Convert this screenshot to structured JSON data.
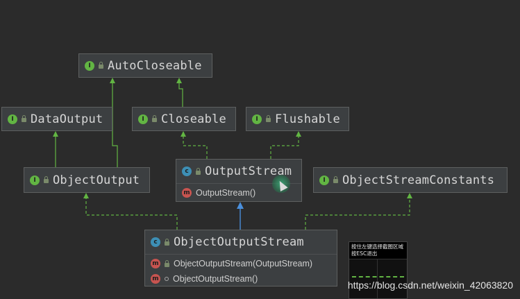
{
  "nodes": {
    "autocloseable": {
      "name": "AutoCloseable",
      "kind": "interface"
    },
    "dataoutput": {
      "name": "DataOutput",
      "kind": "interface"
    },
    "closeable": {
      "name": "Closeable",
      "kind": "interface"
    },
    "flushable": {
      "name": "Flushable",
      "kind": "interface"
    },
    "objectoutput": {
      "name": "ObjectOutput",
      "kind": "interface"
    },
    "outputstream": {
      "name": "OutputStream",
      "kind": "abstract-class",
      "members": [
        "OutputStream()"
      ]
    },
    "objectstreamconstants": {
      "name": "ObjectStreamConstants",
      "kind": "interface"
    },
    "objectoutputstream": {
      "name": "ObjectOutputStream",
      "kind": "class",
      "members": [
        "ObjectOutputStream(OutputStream)",
        "ObjectOutputStream()"
      ]
    }
  },
  "badges": {
    "interface": "I",
    "class": "c",
    "method": "m"
  },
  "overlay": {
    "line1": "按住左键选择截图区域",
    "line2": "按ESC退出"
  },
  "watermark": "https://blog.csdn.net/weixin_42063820",
  "colors": {
    "background": "#2b2b2b",
    "node": "#3c3f41",
    "implements": "#62b543",
    "extends": "#4a8fdc"
  }
}
